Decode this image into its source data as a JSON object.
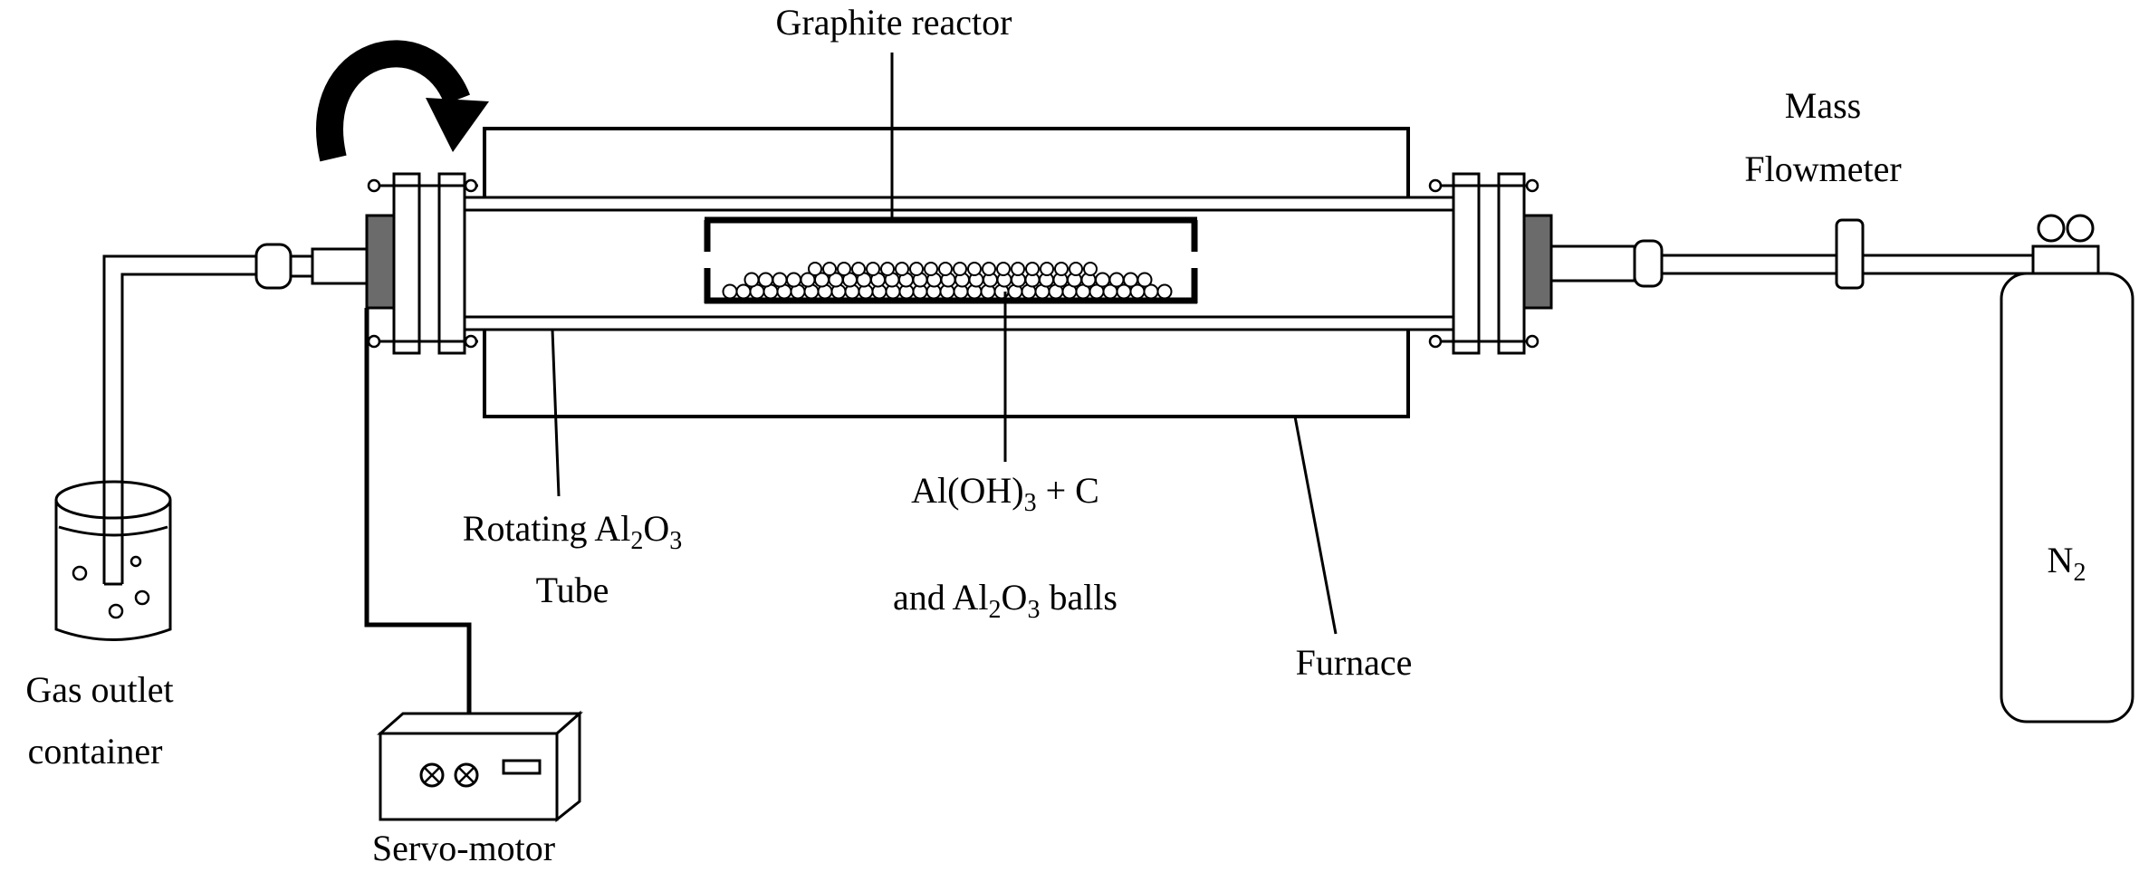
{
  "labels": {
    "graphite_reactor": "Graphite reactor",
    "mass_flowmeter_line1": "Mass",
    "mass_flowmeter_line2": "Flowmeter",
    "reactants_prefix": "Al(OH)",
    "reactants_sub": "3",
    "reactants_suffix": " + C",
    "balls_prefix": "and Al",
    "balls_sub1": "2",
    "balls_mid": "O",
    "balls_sub2": "3",
    "balls_suffix": " balls",
    "tube_prefix": "Rotating Al",
    "tube_sub1": "2",
    "tube_mid": "O",
    "tube_sub2": "3",
    "tube_line2": "Tube",
    "furnace": "Furnace",
    "gas_outlet_line1": "Gas outlet",
    "gas_outlet_line2": "container",
    "servo_motor": "Servo-motor",
    "n2_main": "N",
    "n2_sub": "2"
  },
  "colors": {
    "line": "#000000",
    "seal": "#6b6b6b",
    "background": "#ffffff"
  },
  "icons": {
    "rotation": "curved-arrow-icon",
    "gauges": "gauge-icon",
    "knobs": "knob-icon"
  }
}
